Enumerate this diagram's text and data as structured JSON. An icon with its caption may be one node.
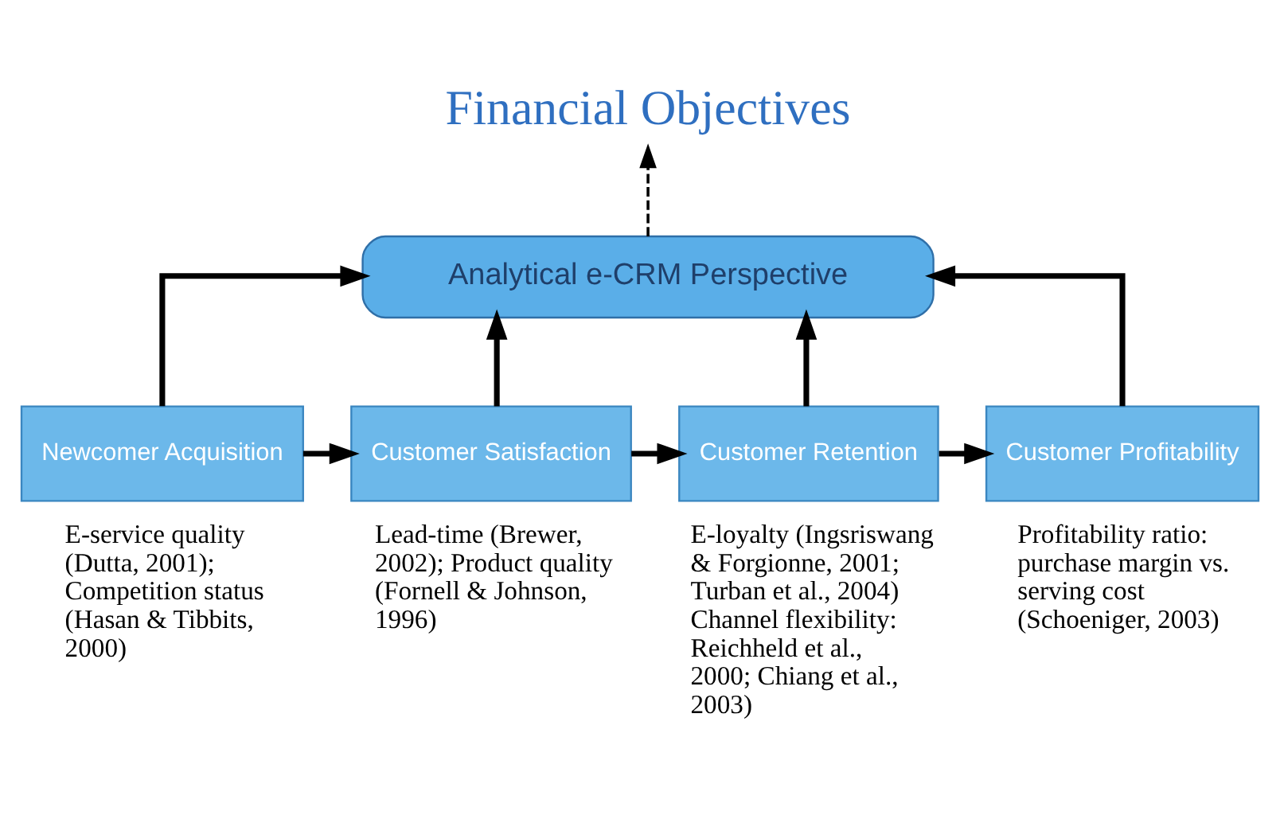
{
  "diagram": {
    "nodes": [
      {
        "text": [
          "Financial Objectives"
        ]
      },
      {
        "text": [
          "Analytical e-CRM Perspective"
        ]
      },
      {
        "text": [
          "Newcomer Acquisition"
        ],
        "beside": [
          "E-service quality (Dutta, 2001); Competition status (Hasan & Tibbits, 2000)"
        ]
      },
      {
        "text": [
          "Customer Satisfaction"
        ],
        "beside": [
          "Lead-time (Brewer, 2002); Product quality (Fornell & Johnson, 1996)"
        ]
      },
      {
        "text": [
          "Customer Retention"
        ],
        "beside": [
          "E-loyalty (Ingsriswang & Forgionne, 2001; Turban et al., 2004) Channel flexibility: Reichheld et al., 2000; Chiang et al., 2003)"
        ]
      },
      {
        "text": [
          "Customer Profitability"
        ],
        "beside": [
          "Profitability ratio: purchase margin vs. serving cost (Schoeniger, 2003)"
        ]
      }
    ],
    "edges": [
      {
        "from": 1,
        "to": 0,
        "arrow": "to",
        "style": "dashed"
      },
      {
        "from": 2,
        "to": 1,
        "arrow": "to"
      },
      {
        "from": 3,
        "to": 1,
        "arrow": "to"
      },
      {
        "from": 4,
        "to": 1,
        "arrow": "to"
      },
      {
        "from": 5,
        "to": 1,
        "arrow": "to"
      },
      {
        "from": 2,
        "to": 3,
        "arrow": "to"
      },
      {
        "from": 3,
        "to": 4,
        "arrow": "to"
      },
      {
        "from": 4,
        "to": 5,
        "arrow": "to"
      }
    ]
  }
}
